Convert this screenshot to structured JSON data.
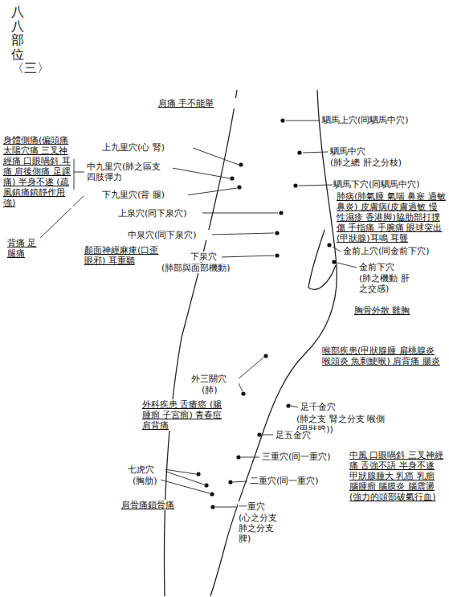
{
  "diagram": {
    "title": "八八部位〈三〉",
    "labels": [
      "駟馬上穴(同駟馬中穴)",
      "駟馬中穴",
      "(肺之總 肝之分枝)",
      "駟馬下穴(同駟馬中穴)",
      "肺病(肺氣腫 氣喘 鼻塞 過敏鼻炎) 皮膚病(皮膚過敏 慢性濕疹 香港脚)脇肋部打撲傷 手指痛 手腕痛 眼球突出(甲狀腺)耳鳴 耳聾",
      "金前上穴(同金前下穴)",
      "金前下穴",
      "(肺之機動 肝之交感)",
      "胸骨外散 雞胸",
      "肩痛 手不能舉",
      "上九里穴(心 腎)",
      "中九里穴(肺之區支 四肢彈力",
      "下九里穴(背 腿)",
      "身體側痛(偏頭痛 太陽穴痛 三叉神經痛 口眼喎斜 耳痛 肩後側痛 足踝痛) 半身不遂 (疏風鎮痛鎮靜作用強)",
      "背痛 足腿痛",
      "上泉穴(同下泉穴)",
      "中泉穴(同下泉穴)",
      "下泉穴",
      "(肺部與面部機動)",
      "顏面神經麻痺(口歪眼邪) 耳重聽",
      "外三關穴",
      "(肺)",
      "外科疾患 舌瘡癌 (腸腫瘤 子宮瘤) 青春痘 肩背痛",
      "喉部疾患(甲狀腺腫 扁桃腺炎 喉頭炎 魚刺鯁喉) 肩背痛 腸炎",
      "足千金穴",
      "(肺之支 腎之分支 喉側(甲狀腺))",
      "足五金穴",
      "三重穴(同一重穴)",
      "中風 口眼喎斜 三叉神經痛 舌強不語 半身不遂 甲狀腺腫大 乳癌 乳瘤 腦腫瘤 腦膜炎 腦震盪(強力的頭部破氣行血)",
      "二重穴(同一重穴)",
      "一重穴",
      "(心之分支 肺之分支 脾)",
      "七虎穴",
      "(胸肋)",
      "肩骨痛鎖骨痛"
    ]
  }
}
